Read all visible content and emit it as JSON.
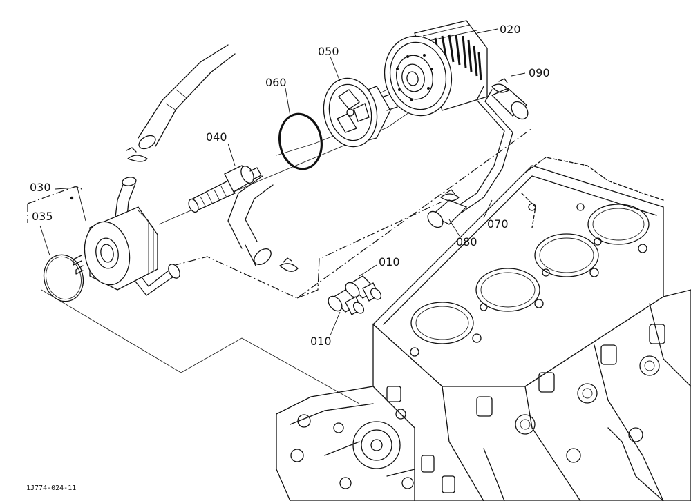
{
  "diagram": {
    "drawing_code": "1J774-024-11",
    "callouts": {
      "c010_upper": "010",
      "c010_lower": "010",
      "c020": "020",
      "c030": "030",
      "c035": "035",
      "c040": "040",
      "c050": "050",
      "c060": "060",
      "c070": "070",
      "c080": "080",
      "c090": "090"
    }
  }
}
